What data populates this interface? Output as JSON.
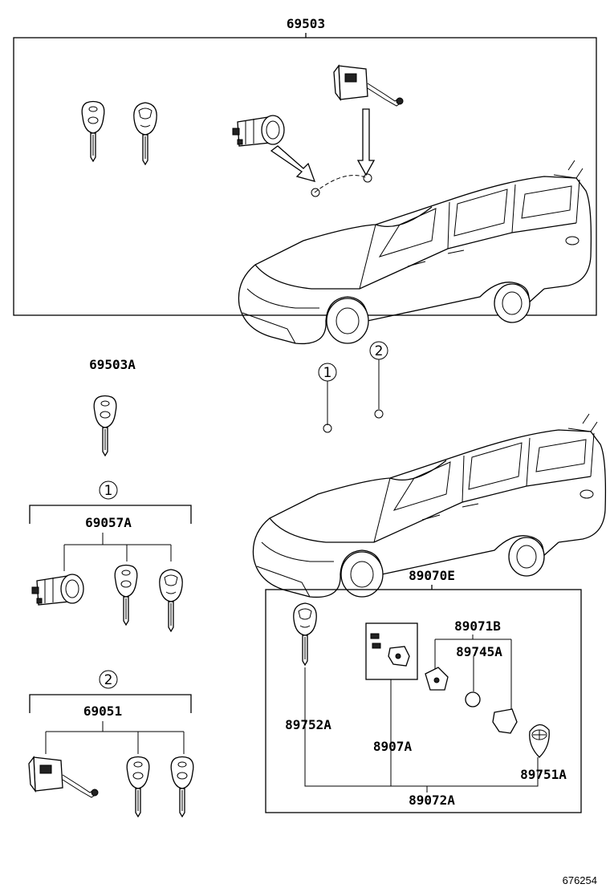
{
  "labels": {
    "top_assembly": "69503",
    "key_blank": "69503A",
    "cylinder_set": "69057A",
    "door_cylinder_set": "69051",
    "transmitter_assy": "89070E",
    "transmitter_case": "89071B",
    "transmitter_button": "89745A",
    "key_plate": "89752A",
    "transmitter_board": "8907A",
    "emblem": "89751A",
    "transmitter_housing": "89072A",
    "ref_number": "676254"
  },
  "callouts": {
    "one": "1",
    "two": "2"
  },
  "icons": [
    "key-icon",
    "lock-cylinder-icon",
    "door-lock-icon",
    "car-icon",
    "circuit-board-icon",
    "battery-icon",
    "button-pad-icon",
    "emblem-icon"
  ]
}
